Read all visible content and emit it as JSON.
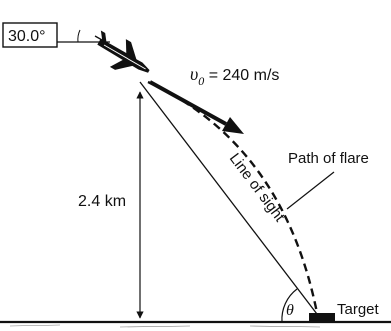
{
  "diagram": {
    "angle_label": "30.0°",
    "velocity_symbol": "υ",
    "velocity_subscript": "0",
    "velocity_value": " = 240 m/s",
    "height_label": "2.4 km",
    "line_of_sight_label": "Line of sight",
    "path_label": "Path of flare",
    "theta_label": "θ",
    "target_label": "Target"
  },
  "colors": {
    "ink": "#111111",
    "background": "#ffffff"
  }
}
